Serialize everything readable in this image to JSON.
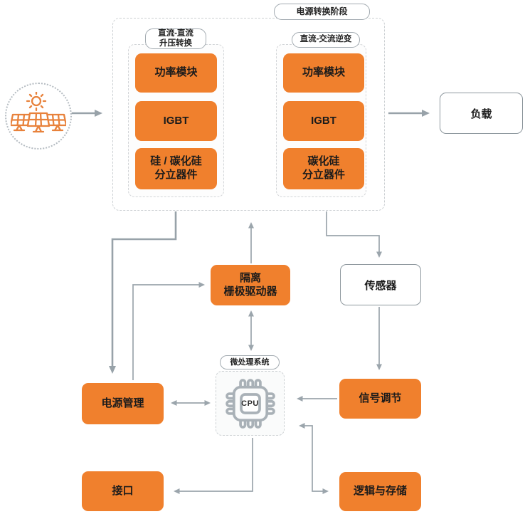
{
  "stage": {
    "label": "电源转换阶段",
    "groups": [
      {
        "label": "直流-直流\n升压转换",
        "items": [
          "功率模块",
          "IGBT",
          "硅 / 碳化硅\n分立器件"
        ]
      },
      {
        "label": "直流-交流逆变",
        "items": [
          "功率模块",
          "IGBT",
          "碳化硅\n分立器件"
        ]
      }
    ]
  },
  "source": {
    "icon": "solar-panel-icon"
  },
  "load": {
    "label": "负载"
  },
  "gate_driver": {
    "label": "隔离\n栅极驱动器"
  },
  "sensor": {
    "label": "传感器"
  },
  "mcu": {
    "label": "微处理系统",
    "cpu_label": "CPU"
  },
  "power_management": {
    "label": "电源管理"
  },
  "signal_conditioning": {
    "label": "信号调节"
  },
  "interface": {
    "label": "接口"
  },
  "logic_storage": {
    "label": "逻辑与存储"
  },
  "colors": {
    "accent_orange": "#F0802D",
    "connector_gray": "#9AA4AB",
    "box_border_gray": "#8E989E",
    "dashed_border_gray": "#CCD0D3"
  }
}
